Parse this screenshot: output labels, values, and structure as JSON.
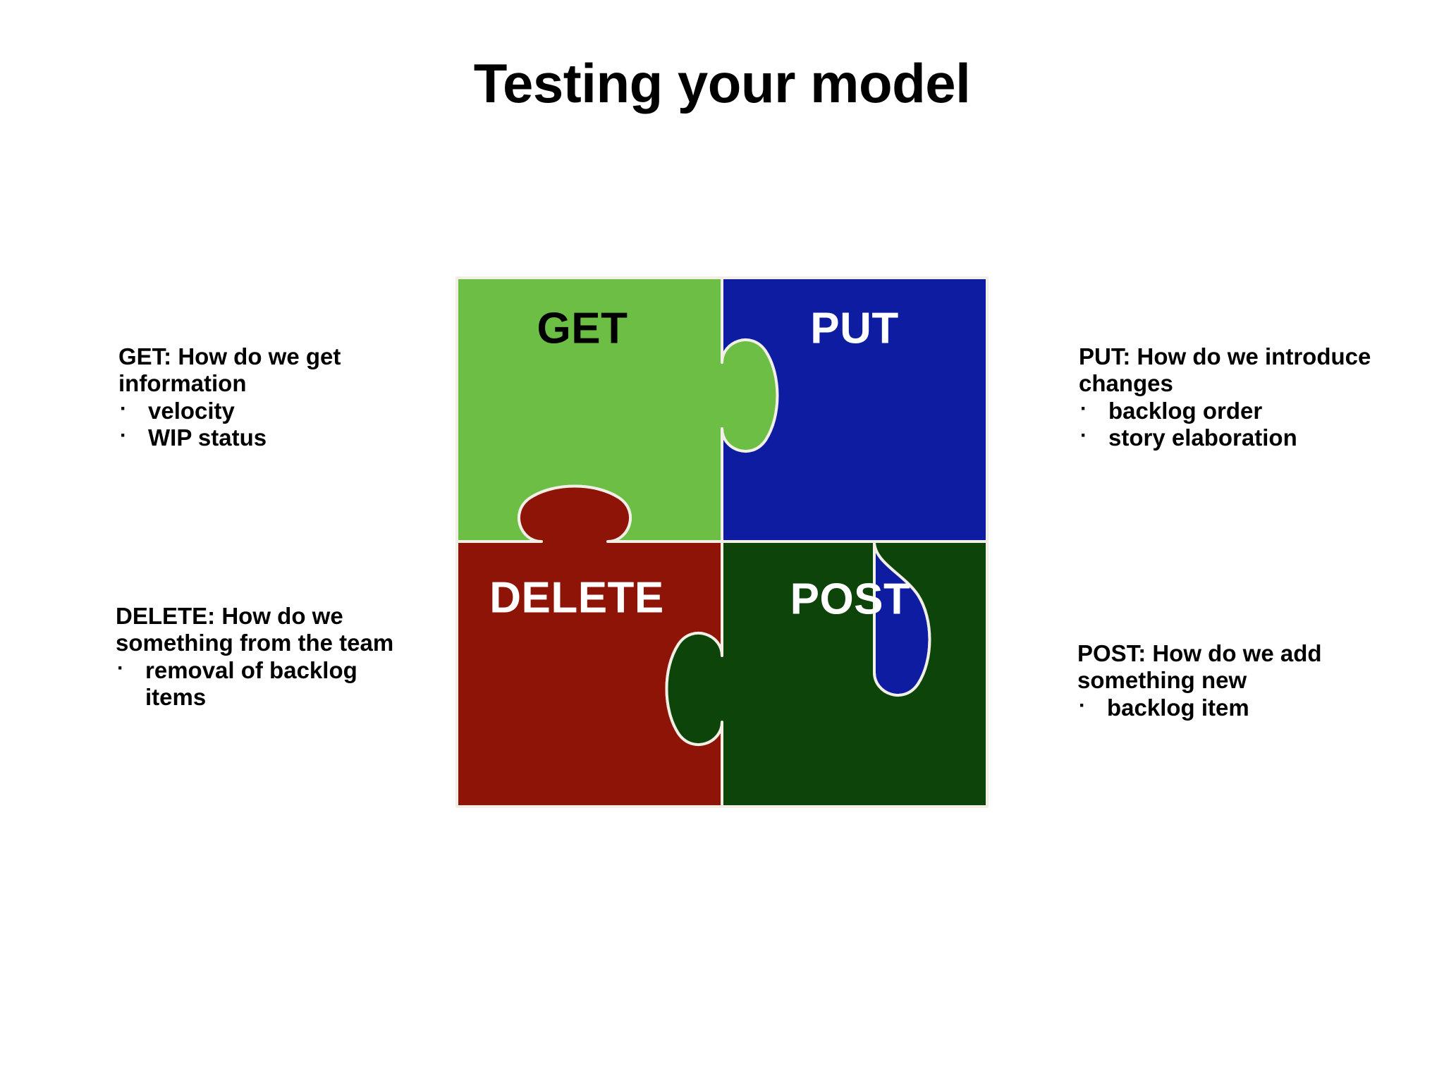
{
  "slide": {
    "title": "Testing your model",
    "background_color": "#ffffff"
  },
  "puzzle": {
    "outline_color": "#f2efe6",
    "pieces": [
      {
        "id": "get",
        "label": "GET",
        "fill": "#6CBE45",
        "label_color": "#000000",
        "position": "top-left"
      },
      {
        "id": "put",
        "label": "PUT",
        "fill": "#0D1CA0",
        "label_color": "#ffffff",
        "position": "top-right"
      },
      {
        "id": "delete",
        "label": "DELETE",
        "fill": "#8E1408",
        "label_color": "#ffffff",
        "position": "bottom-left"
      },
      {
        "id": "post",
        "label": "POST",
        "fill": "#0D4409",
        "label_color": "#ffffff",
        "position": "bottom-right"
      }
    ]
  },
  "annotations": {
    "get": {
      "heading": "GET: How do we get information",
      "bullet_glyph": "·",
      "bullets": [
        "velocity",
        "WIP status"
      ]
    },
    "put": {
      "heading": "PUT: How do we introduce changes",
      "bullet_glyph": "·",
      "bullets": [
        "backlog order",
        "story elaboration"
      ]
    },
    "delete": {
      "heading": "DELETE: How do we something from the team",
      "bullet_glyph": "·",
      "bullets": [
        "removal of backlog items"
      ]
    },
    "post": {
      "heading": "POST: How do we add something new",
      "bullet_glyph": "·",
      "bullets": [
        "backlog item"
      ]
    }
  }
}
